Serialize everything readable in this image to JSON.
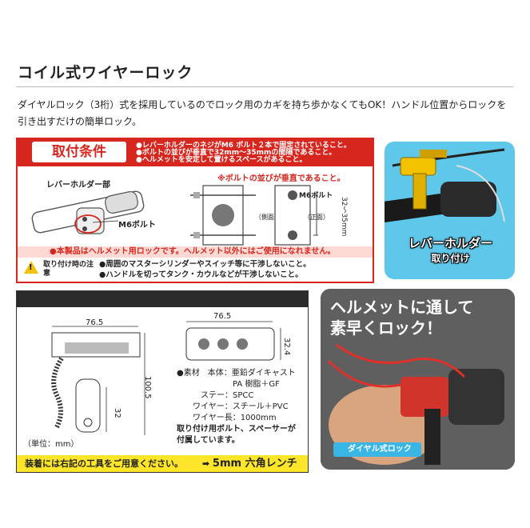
{
  "title": "コイル式ワイヤーロック",
  "description": "ダイヤルロック（3桁）式を採用しているのでロック用のカギを持ち歩かなくてもOK！ハンドル位置からロックを引き出すだけの簡単ロック。",
  "conditions": {
    "label": "取付条件",
    "items": [
      "●レバーホルダーのネジがM6 ボルト２本で固定されていること。",
      "●ボルトの並びが垂直で32mm～35mmの間隔であること。",
      "●ヘルメットを安定して置けるスペースがあること。"
    ],
    "lever_holder_part": "レバーホルダー部",
    "vertical_note": "※ボルトの並びが垂直であること。",
    "m6_bolt_a": "M6ボルト",
    "m6_bolt_b": "M6ボルト",
    "side_view": "（側面）",
    "front_view": "（正面）",
    "spacing": "32～35mm",
    "warning": "●本製品はヘルメット用ロックです。ヘルメット以外にはご使用になれません。",
    "caution_title": "取り付け時の注意",
    "caution_icon": "!",
    "caution_items": [
      "●周囲のマスターシリンダーやスイッチ等に干渉しないこと。",
      "●ハンドルを切ってタンク・カウルなどが干渉しないこと。"
    ]
  },
  "lever_panel": {
    "caption_line1": "レバーホルダー",
    "caption_line2": "取り付け"
  },
  "spec": {
    "dim_width_a": "76.5",
    "dim_width_b": "76.5",
    "dim_height": "100.5",
    "dim_32": "32",
    "dim_32_4": "32.4",
    "materials": [
      "●素材　本体：亜鉛ダイキャスト",
      "　　　　　　　PA 樹脂＋GF",
      "　　　ステー：SPCC",
      "　　ワイヤー：スチール＋PVC",
      "　　ワイヤー長：1000mm",
      "取り付け用ボルト、スペーサーが",
      "付属しています。"
    ],
    "unit": "（単位：mm）",
    "tool_text": "装着には右記の工具をご用意ください。",
    "tool_arrow": "➡",
    "tool_name": "5mm 六角レンチ"
  },
  "photo": {
    "line1": "ヘルメットに通して",
    "line2": "素早くロック！",
    "dial_tag": "ダイヤル式ロック"
  },
  "colors": {
    "red": "#d7261e",
    "yellow": "#fde52a",
    "sky": "#5fc8ea"
  }
}
